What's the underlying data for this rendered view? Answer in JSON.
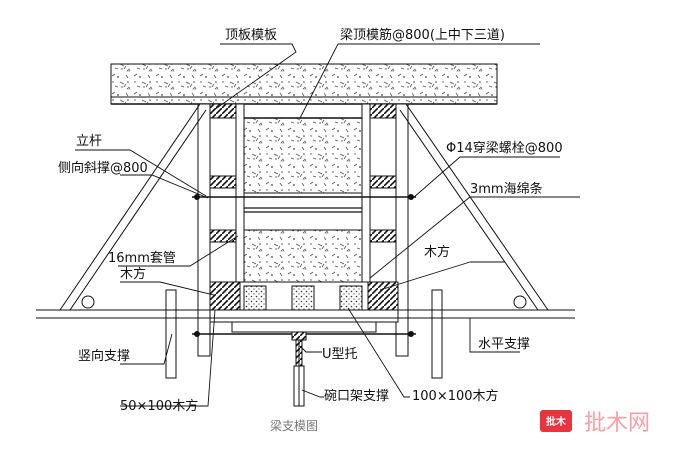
{
  "labels": {
    "top_slab_formwork": "顶板模板",
    "beam_top_rebar": "梁顶模筋@800(上中下三道)",
    "upright_pole": "立杆",
    "side_brace": "侧向斜撑@800",
    "bolt": "Φ14穿梁螺栓@800",
    "sponge_strip": "3mm海绵条",
    "sleeve": "16mm套管",
    "timber_left": "木方",
    "timber_right": "木方",
    "vertical_support": "竖向支撑",
    "horizontal_support": "水平支撑",
    "u_support": "U型托",
    "bowl_frame": "碗口架支撑",
    "timber_100": "100×100木方",
    "timber_50": "50×100木方",
    "figure_caption": "梁支模图"
  },
  "watermark": {
    "box_text": "批木",
    "text": "批木网",
    "color": "#e8343f"
  }
}
